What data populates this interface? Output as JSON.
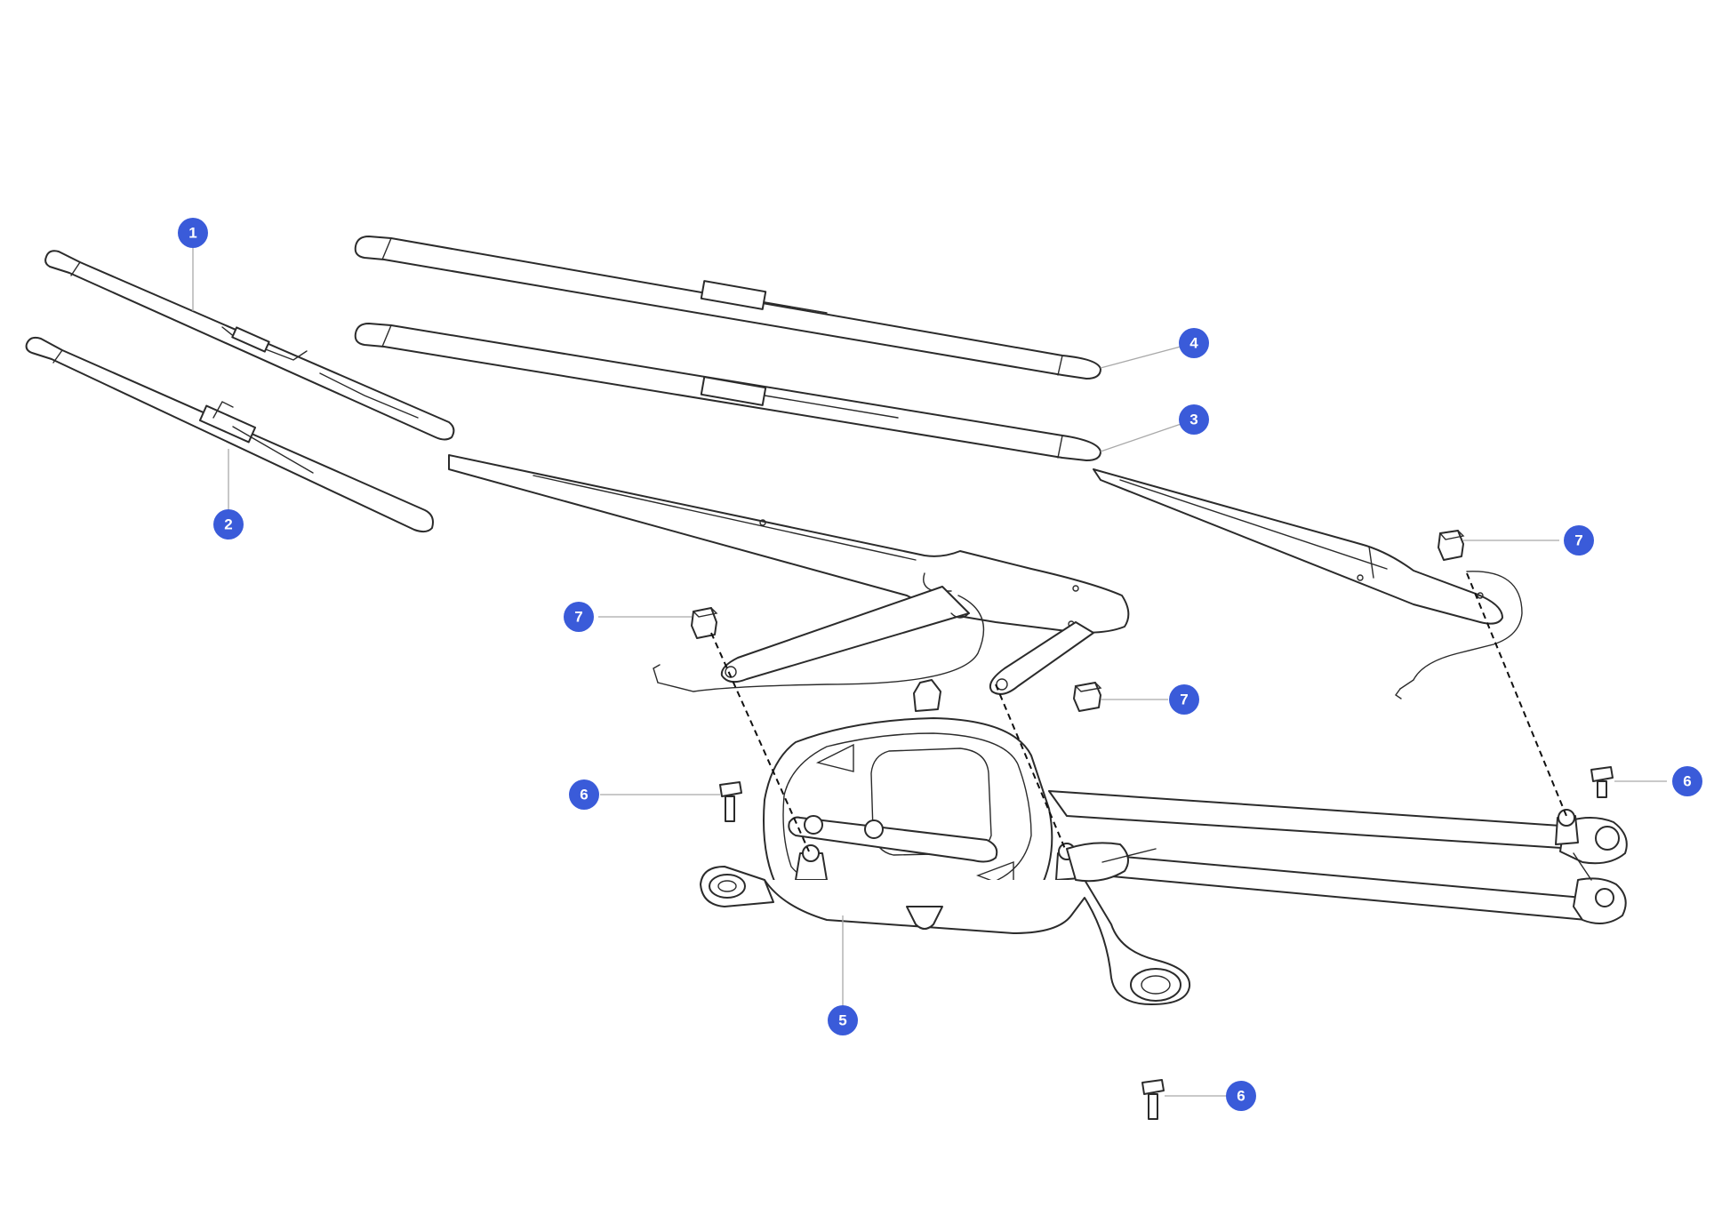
{
  "callout_color": "#3a5bd9",
  "callouts": [
    {
      "id": "c1",
      "label": "1"
    },
    {
      "id": "c2",
      "label": "2"
    },
    {
      "id": "c3",
      "label": "3"
    },
    {
      "id": "c4",
      "label": "4"
    },
    {
      "id": "c5",
      "label": "5"
    },
    {
      "id": "c6a",
      "label": "6"
    },
    {
      "id": "c6b",
      "label": "6"
    },
    {
      "id": "c6c",
      "label": "6"
    },
    {
      "id": "c7a",
      "label": "7"
    },
    {
      "id": "c7b",
      "label": "7"
    },
    {
      "id": "c7c",
      "label": "7"
    }
  ]
}
